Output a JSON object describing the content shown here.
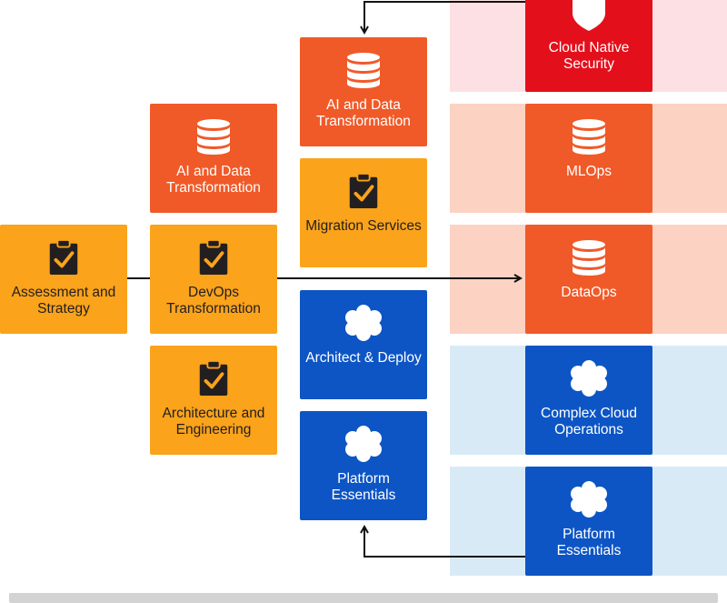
{
  "colors": {
    "orange": "#f05a28",
    "amber": "#faa31b",
    "blue": "#0d55c4",
    "red": "#e3101b",
    "band_pink": "#fde0e3",
    "band_salmon": "#fcd2c2",
    "band_blue": "#d9eaf7"
  },
  "column1": {
    "assessment": {
      "label": "Assessment and Strategy",
      "icon": "clipboard-check-icon"
    }
  },
  "column2": {
    "ai_data": {
      "label": "AI and Data Transformation",
      "icon": "database-icon"
    },
    "devops": {
      "label": "DevOps Transformation",
      "icon": "clipboard-check-icon"
    },
    "architecture": {
      "label": "Architecture and Engineering",
      "icon": "clipboard-check-icon"
    }
  },
  "column3": {
    "ai_data": {
      "label": "AI and Data Transformation",
      "icon": "database-icon"
    },
    "migration": {
      "label": "Migration Services",
      "icon": "clipboard-check-icon"
    },
    "architect_deploy": {
      "label": "Architect & Deploy",
      "icon": "cloud-icon"
    },
    "platform": {
      "label": "Platform Essentials",
      "icon": "cloud-icon"
    }
  },
  "column4": {
    "cloud_security": {
      "label": "Cloud Native Security",
      "icon": "shield-icon"
    },
    "mlops": {
      "label": "MLOps",
      "icon": "database-icon"
    },
    "dataops": {
      "label": "DataOps",
      "icon": "database-icon"
    },
    "complex_ops": {
      "label": "Complex Cloud Operations",
      "icon": "cloud-icon"
    },
    "platform": {
      "label": "Platform Essentials",
      "icon": "cloud-icon"
    }
  }
}
